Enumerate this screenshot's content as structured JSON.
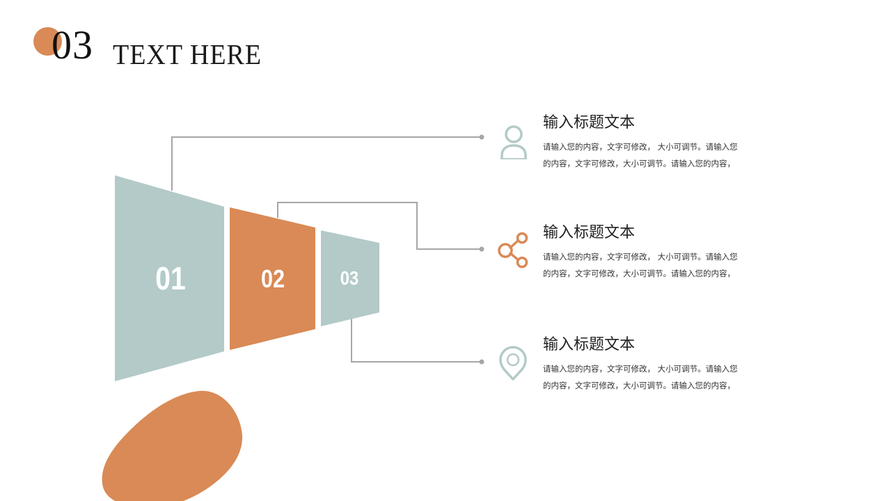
{
  "header": {
    "number": "03",
    "title": "TEXT HERE"
  },
  "colors": {
    "accent_orange": "#d98a56",
    "accent_teal": "#b3cac8",
    "connector_gray": "#a6a6a6"
  },
  "funnel": {
    "segments": [
      {
        "label": "01",
        "color": "#b3cac8"
      },
      {
        "label": "02",
        "color": "#d98a56"
      },
      {
        "label": "03",
        "color": "#b3cac8"
      }
    ]
  },
  "items": [
    {
      "icon": "user-icon",
      "title": "输入标题文本",
      "desc_line1": "请输入您的内容，文字可修改， 大小可调节。请输入您",
      "desc_line2": "的内容，文字可修改，大小可调节。请输入您的内容，"
    },
    {
      "icon": "share-icon",
      "title": "输入标题文本",
      "desc_line1": "请输入您的内容，文字可修改， 大小可调节。请输入您",
      "desc_line2": "的内容，文字可修改，大小可调节。请输入您的内容，"
    },
    {
      "icon": "location-pin-icon",
      "title": "输入标题文本",
      "desc_line1": "请输入您的内容，文字可修改， 大小可调节。请输入您",
      "desc_line2": "的内容，文字可修改，大小可调节。请输入您的内容，"
    }
  ]
}
